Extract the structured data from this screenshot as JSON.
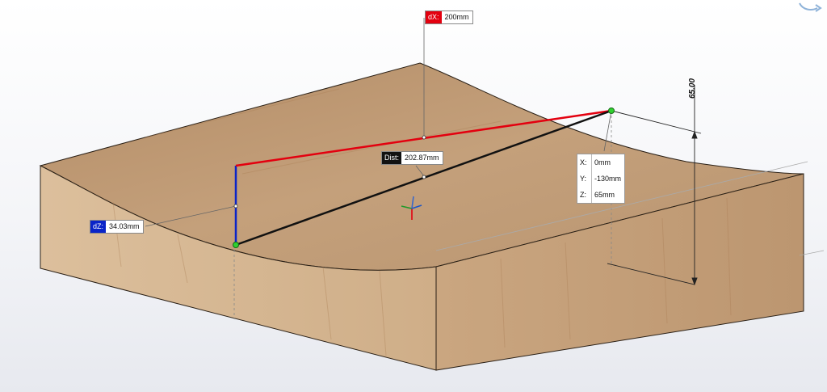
{
  "measurements": {
    "dx": {
      "label": "dX:",
      "value": "200mm"
    },
    "dist": {
      "label": "Dist:",
      "value": "202.87mm"
    },
    "dz": {
      "label": "dZ:",
      "value": "34.03mm"
    }
  },
  "point_coordinates": {
    "x": {
      "label": "X:",
      "value": "0mm"
    },
    "y": {
      "label": "Y:",
      "value": "-130mm"
    },
    "z": {
      "label": "Z:",
      "value": "65mm"
    }
  },
  "dimension": {
    "value": "65.00"
  },
  "colors": {
    "dx_line": "#e3000f",
    "dz_line": "#0a24c8",
    "dist_line": "#111111",
    "wood": "#c9a27a",
    "point": "#2fd12f"
  },
  "icons": {
    "triad": "coordinate-triad-icon",
    "corner": "view-arrow-icon"
  }
}
